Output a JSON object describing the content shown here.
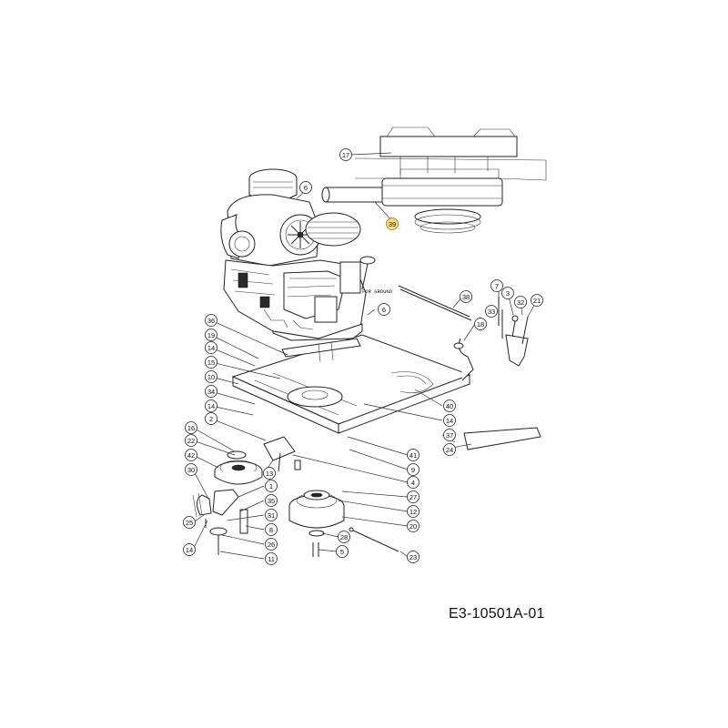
{
  "drawing_code": "E3-10501A-01",
  "ground_note": "FOR GROUND",
  "callouts": [
    {
      "id": "c17",
      "label": "17"
    },
    {
      "id": "c39",
      "label": "39",
      "highlight": true
    },
    {
      "id": "c6a",
      "label": "6"
    },
    {
      "id": "c6b",
      "label": "6"
    },
    {
      "id": "c38",
      "label": "38"
    },
    {
      "id": "c7",
      "label": "7"
    },
    {
      "id": "c3",
      "label": "3"
    },
    {
      "id": "c32",
      "label": "32"
    },
    {
      "id": "c21",
      "label": "21"
    },
    {
      "id": "c33",
      "label": "33"
    },
    {
      "id": "c18",
      "label": "18"
    },
    {
      "id": "c36",
      "label": "36"
    },
    {
      "id": "c19",
      "label": "19"
    },
    {
      "id": "c14a",
      "label": "14"
    },
    {
      "id": "c15",
      "label": "15"
    },
    {
      "id": "c10",
      "label": "10"
    },
    {
      "id": "c34",
      "label": "34"
    },
    {
      "id": "c14b",
      "label": "14"
    },
    {
      "id": "c2",
      "label": "2"
    },
    {
      "id": "c16",
      "label": "16"
    },
    {
      "id": "c22",
      "label": "22"
    },
    {
      "id": "c42",
      "label": "42"
    },
    {
      "id": "c30",
      "label": "30"
    },
    {
      "id": "c25",
      "label": "25"
    },
    {
      "id": "c14c",
      "label": "14"
    },
    {
      "id": "c40",
      "label": "40"
    },
    {
      "id": "c14d",
      "label": "14"
    },
    {
      "id": "c37",
      "label": "37"
    },
    {
      "id": "c24",
      "label": "24"
    },
    {
      "id": "c41",
      "label": "41"
    },
    {
      "id": "c9",
      "label": "9"
    },
    {
      "id": "c4",
      "label": "4"
    },
    {
      "id": "c27",
      "label": "27"
    },
    {
      "id": "c12",
      "label": "12"
    },
    {
      "id": "c20",
      "label": "20"
    },
    {
      "id": "c13",
      "label": "13"
    },
    {
      "id": "c1",
      "label": "1"
    },
    {
      "id": "c35",
      "label": "35"
    },
    {
      "id": "c31",
      "label": "31"
    },
    {
      "id": "c8",
      "label": "8"
    },
    {
      "id": "c26",
      "label": "26"
    },
    {
      "id": "c11",
      "label": "11"
    },
    {
      "id": "c28",
      "label": "28"
    },
    {
      "id": "c5",
      "label": "5"
    },
    {
      "id": "c23",
      "label": "23"
    }
  ]
}
